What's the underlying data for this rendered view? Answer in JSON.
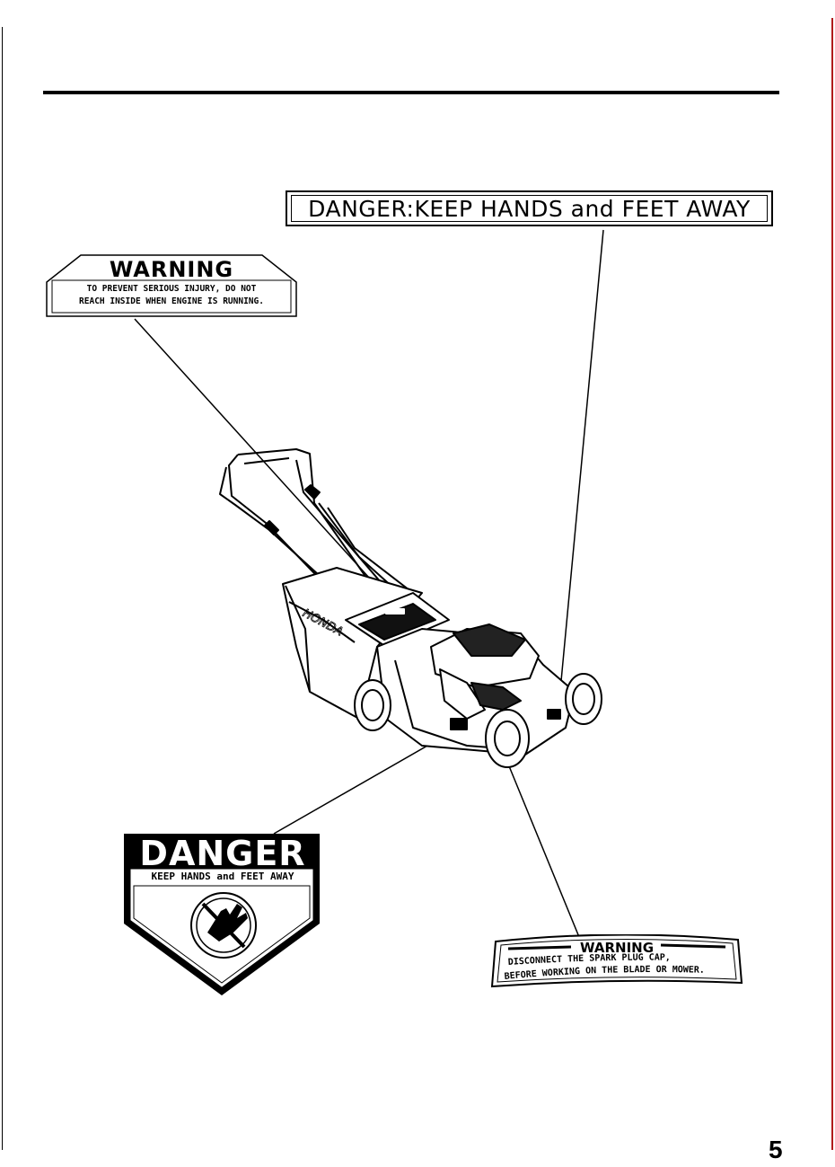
{
  "labels": {
    "danger_top": "DANGER:KEEP HANDS and FEET AWAY",
    "warning_left": {
      "title": "WARNING",
      "line1": "TO PREVENT SERIOUS INJURY, DO NOT",
      "line2": "REACH INSIDE WHEN ENGINE IS RUNNING."
    },
    "danger_shield": {
      "title": "DANGER",
      "subtitle": "KEEP HANDS and FEET AWAY",
      "icon": "no-hand-icon"
    },
    "warning_right": {
      "title": "WARNING",
      "line1": "DISCONNECT THE SPARK PLUG CAP,",
      "line2": "BEFORE WORKING ON THE BLADE OR MOWER."
    }
  },
  "mower_brand": "HONDA",
  "page_number": "5"
}
